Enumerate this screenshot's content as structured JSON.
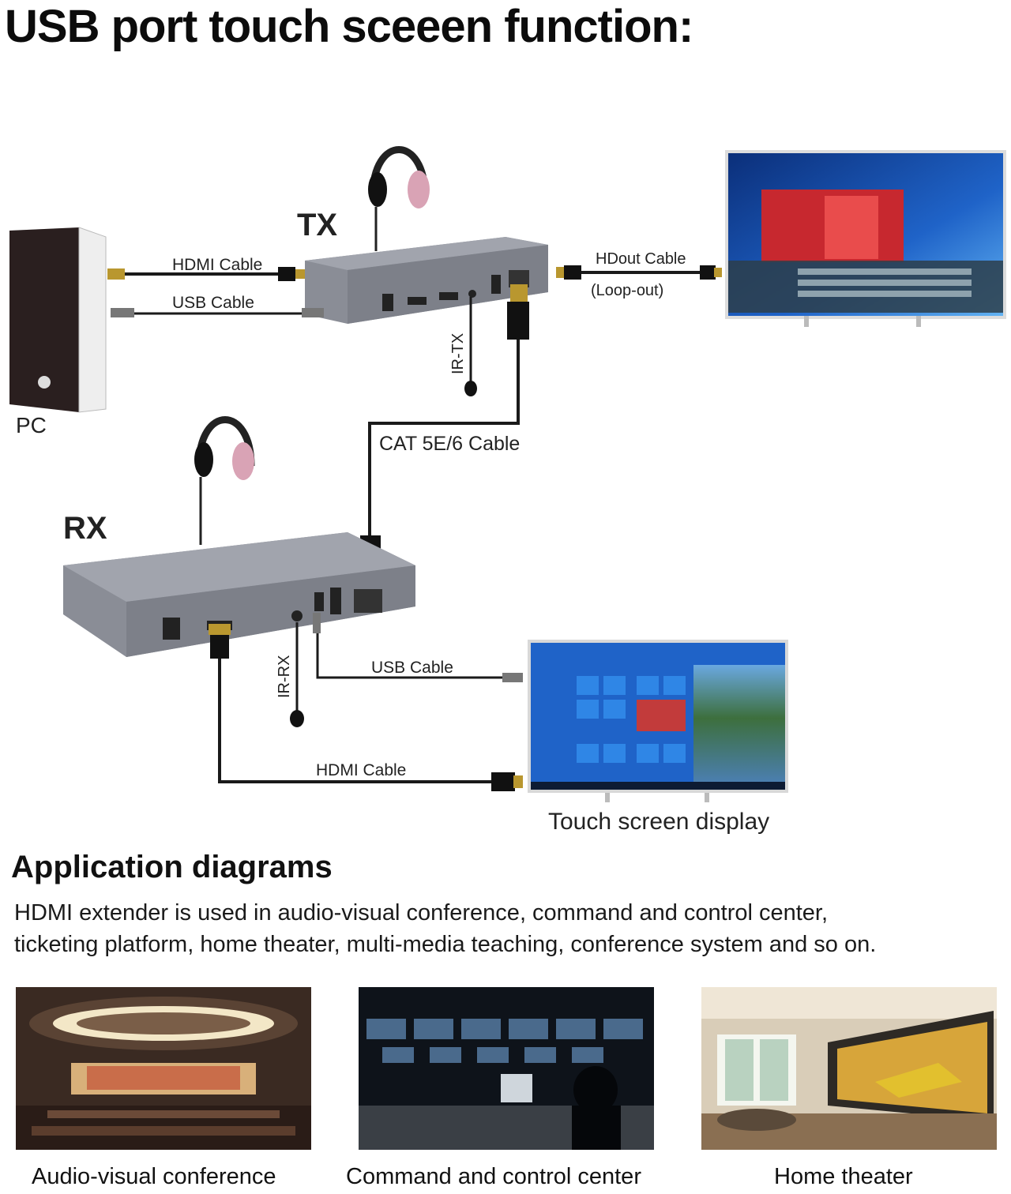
{
  "title": "USB port touch sceeen function:",
  "diagram": {
    "tx_label": "TX",
    "rx_label": "RX",
    "pc_label": "PC",
    "hdmi_cable_pc": "HDMI Cable",
    "usb_cable_pc": "USB Cable",
    "hdmi_out_cable": "HDout Cable",
    "loop_out": "(Loop-out)",
    "ir_tx": "IR-TX",
    "ir_rx": "IR-RX",
    "cat_cable": "CAT 5E/6 Cable",
    "usb_cable_rx": "USB Cable",
    "hdmi_cable_rx": "HDMI Cable",
    "touch_display": "Touch screen display"
  },
  "application": {
    "heading": "Application diagrams",
    "line1": "HDMI extender is used in audio-visual conference, command and control center,",
    "line2": "ticketing platform, home theater, multi-media teaching, conference system and so on.",
    "items": [
      {
        "caption": "Audio-visual conference"
      },
      {
        "caption": "Command and control center"
      },
      {
        "caption": "Home theater"
      }
    ]
  },
  "colors": {
    "device": "#8a8d96",
    "cable": "#1a1a1a",
    "screen_blue": "#1f63c8"
  }
}
